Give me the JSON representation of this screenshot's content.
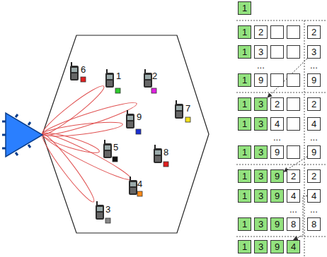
{
  "diagram": {
    "nodes": [
      {
        "text": [
          "1"
        ]
      },
      {
        "text": [
          "1"
        ]
      },
      {
        "text": [
          "2"
        ]
      },
      {
        "text": [
          "2"
        ]
      },
      {
        "text": [
          "1"
        ]
      },
      {
        "text": [
          "3"
        ]
      },
      {
        "text": [
          "3"
        ]
      },
      {
        "text": [
          "1"
        ]
      },
      {
        "text": [
          "9"
        ]
      },
      {
        "text": [
          "9"
        ]
      },
      {
        "text": [
          "1"
        ]
      },
      {
        "text": [
          "3"
        ]
      },
      {
        "text": [
          "2"
        ]
      },
      {
        "text": [
          "2"
        ]
      },
      {
        "text": [
          "1"
        ]
      },
      {
        "text": [
          "3"
        ]
      },
      {
        "text": [
          "4"
        ]
      },
      {
        "text": [
          "4"
        ]
      },
      {
        "text": [
          "1"
        ]
      },
      {
        "text": [
          "3"
        ]
      },
      {
        "text": [
          "9"
        ]
      },
      {
        "text": [
          "9"
        ]
      },
      {
        "text": [
          "1"
        ]
      },
      {
        "text": [
          "3"
        ]
      },
      {
        "text": [
          "9"
        ]
      },
      {
        "text": [
          "2"
        ]
      },
      {
        "text": [
          "2"
        ]
      },
      {
        "text": [
          "1"
        ]
      },
      {
        "text": [
          "3"
        ]
      },
      {
        "text": [
          "9"
        ]
      },
      {
        "text": [
          "4"
        ]
      },
      {
        "text": [
          "4"
        ]
      },
      {
        "text": [
          "1"
        ]
      },
      {
        "text": [
          "3"
        ]
      },
      {
        "text": [
          "9"
        ]
      },
      {
        "text": [
          "8"
        ]
      },
      {
        "text": [
          "8"
        ]
      },
      {
        "text": [
          "1"
        ]
      },
      {
        "text": [
          "3"
        ]
      },
      {
        "text": [
          "9"
        ]
      },
      {
        "text": [
          "4"
        ]
      }
    ],
    "edges": [
      {
        "from": 6,
        "to": 11,
        "arrow": "to"
      },
      {
        "from": 21,
        "to": 24,
        "arrow": "to"
      },
      {
        "from": 31,
        "to": 40,
        "arrow": "to"
      }
    ],
    "labels": [
      "6",
      "1",
      "2",
      "7",
      "9",
      "5",
      "8",
      "4",
      "3",
      "...",
      "...",
      "...",
      "...",
      "...",
      "..."
    ]
  }
}
